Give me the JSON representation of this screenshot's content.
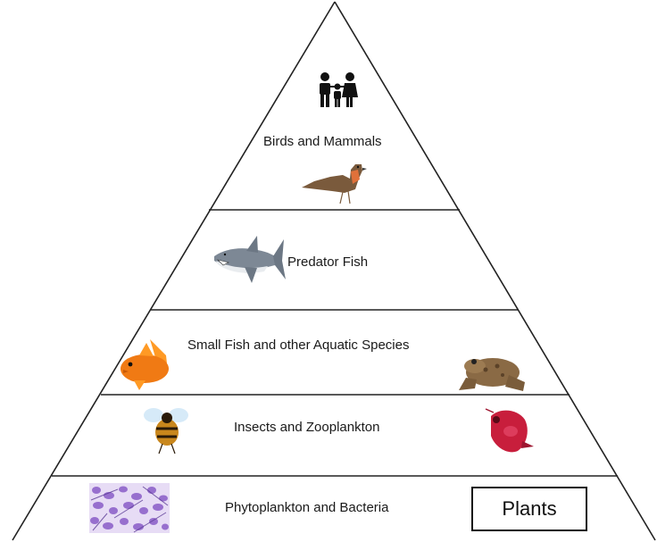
{
  "pyramid": {
    "tiers": [
      {
        "label": "Birds and Mammals"
      },
      {
        "label": "Predator Fish"
      },
      {
        "label": "Small Fish and other Aquatic Species"
      },
      {
        "label": "Insects and Zooplankton"
      },
      {
        "label": "Phytoplankton and Bacteria"
      }
    ]
  },
  "callout": {
    "label": "Plants"
  },
  "icons": {
    "family": "family-icon",
    "bird": "robin-icon",
    "shark": "shark-icon",
    "goldfish": "goldfish-icon",
    "frog": "frog-icon",
    "bee": "bee-icon",
    "zooplankton": "daphnia-icon",
    "phytoplankton": "phytoplankton-icon"
  },
  "colors": {
    "line": "#222222",
    "goldfish": "#f07a14",
    "frog": "#8a6a45",
    "daphnia": "#c81e3c",
    "phytoplankton": "#8a5cc8"
  }
}
